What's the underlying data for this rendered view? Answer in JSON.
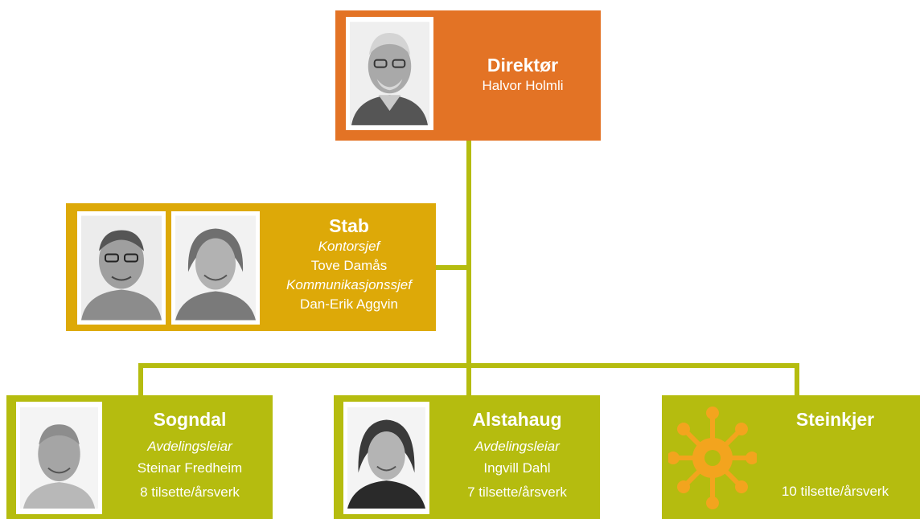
{
  "colors": {
    "director": "#E37325",
    "stab": "#DDA908",
    "department": "#B5BC0F",
    "connector": "#B5BC0F",
    "sun_icon": "#F3A41E"
  },
  "director": {
    "title": "Direktør",
    "name": "Halvor Holmli"
  },
  "stab": {
    "title": "Stab",
    "role1": "Kontorsjef",
    "name1": "Tove Damås",
    "role2": "Kommunikasjonssjef",
    "name2": "Dan-Erik Aggvin"
  },
  "departments": [
    {
      "title": "Sogndal",
      "role": "Avdelingsleiar",
      "name": "Steinar Fredheim",
      "staff": "8 tilsette/årsverk"
    },
    {
      "title": "Alstahaug",
      "role": "Avdelingsleiar",
      "name": "Ingvill Dahl",
      "staff": "7 tilsette/årsverk"
    },
    {
      "title": "Steinkjer",
      "staff": "10 tilsette/årsverk",
      "icon": "sun-icon"
    }
  ]
}
